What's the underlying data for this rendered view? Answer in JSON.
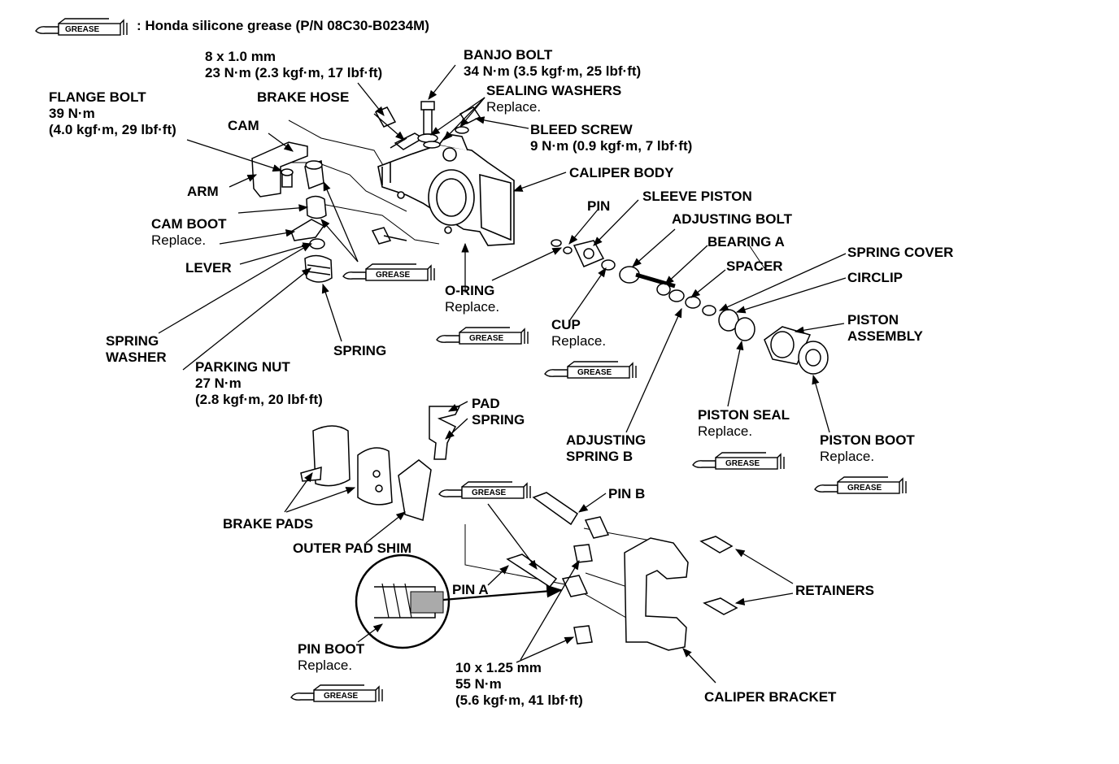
{
  "legend": {
    "symbol_text": "GREASE",
    "description": ": Honda silicone grease (P/N 08C30-B0234M)"
  },
  "labels": {
    "bolt_size": "8 x 1.0 mm",
    "bolt_torque": "23 N·m (2.3 kgf·m, 17 lbf·ft)",
    "banjo_bolt": "BANJO BOLT",
    "banjo_torque": "34 N·m (3.5 kgf·m, 25 lbf·ft)",
    "sealing_washers": "SEALING WASHERS",
    "sealing_washers_note": "Replace.",
    "flange_bolt": "FLANGE BOLT",
    "flange_torque_nm": "39 N·m",
    "flange_torque_alt": "(4.0 kgf·m, 29 lbf·ft)",
    "brake_hose": "BRAKE HOSE",
    "cam": "CAM",
    "bleed_screw": "BLEED SCREW",
    "bleed_torque": "9 N·m (0.9 kgf·m, 7 lbf·ft)",
    "caliper_body": "CALIPER BODY",
    "arm": "ARM",
    "pin": "PIN",
    "sleeve_piston": "SLEEVE PISTON",
    "cam_boot": "CAM BOOT",
    "cam_boot_note": "Replace.",
    "adjusting_bolt": "ADJUSTING BOLT",
    "bearing_a": "BEARING A",
    "lever": "LEVER",
    "spring_cover": "SPRING COVER",
    "spacer": "SPACER",
    "o_ring": "O-RING",
    "o_ring_note": "Replace.",
    "circlip": "CIRCLIP",
    "cup": "CUP",
    "cup_note": "Replace.",
    "piston_assembly_1": "PISTON",
    "piston_assembly_2": "ASSEMBLY",
    "spring_washer_1": "SPRING",
    "spring_washer_2": "WASHER",
    "spring": "SPRING",
    "parking_nut": "PARKING NUT",
    "parking_torque_nm": "27 N·m",
    "parking_torque_alt": "(2.8 kgf·m, 20 lbf·ft)",
    "pad_spring_1": "PAD",
    "pad_spring_2": "SPRING",
    "piston_seal": "PISTON SEAL",
    "piston_seal_note": "Replace.",
    "piston_boot": "PISTON BOOT",
    "piston_boot_note": "Replace.",
    "adjusting_spring_b_1": "ADJUSTING",
    "adjusting_spring_b_2": "SPRING B",
    "pin_b": "PIN B",
    "brake_pads": "BRAKE PADS",
    "outer_pad_shim": "OUTER PAD SHIM",
    "retainers": "RETAINERS",
    "pin_a": "PIN A",
    "pin_boot": "PIN BOOT",
    "pin_boot_note": "Replace.",
    "bracket_bolt_size": "10 x 1.25 mm",
    "bracket_torque_nm": "55 N·m",
    "bracket_torque_alt": "(5.6 kgf·m, 41 lbf·ft)",
    "caliper_bracket": "CALIPER BRACKET"
  },
  "grease_icon_label": "GREASE"
}
